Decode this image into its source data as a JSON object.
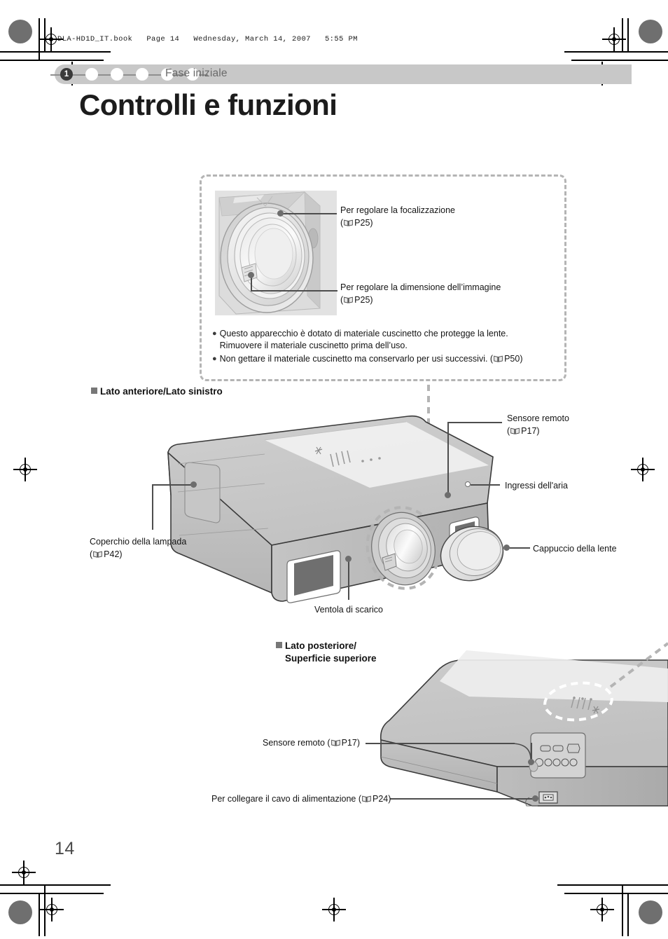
{
  "document": {
    "file_header": "DLA-HD1D_IT.book   Page 14   Wednesday, March 14, 2007   5:55 PM",
    "page_number": "14",
    "title": "Controlli e funzioni"
  },
  "stepbar": {
    "active_step": "1",
    "label": "Fase iniziale",
    "total_steps": 6
  },
  "lens_box": {
    "callout_focus": {
      "line1": "Per regolare la focalizzazione",
      "ref_open": "(",
      "ref_page": "P25",
      "ref_close": ")"
    },
    "callout_zoom": {
      "line1": "Per regolare la dimensione dell’immagine",
      "ref_open": "(",
      "ref_page": "P25",
      "ref_close": ")"
    },
    "notes": [
      {
        "line1": "Questo apparecchio è dotato di materiale cuscinetto che protegge la lente.",
        "line2": "Rimuovere il materiale cuscinetto prima dell’uso.",
        "ref_page": ""
      },
      {
        "line1": "Non gettare il materiale cuscinetto ma conservarlo per usi successivi. (",
        "line2": "",
        "ref_page": "P50"
      }
    ]
  },
  "section_front": {
    "heading": "Lato anteriore/Lato sinistro",
    "labels": {
      "remote_sensor": "Sensore remoto",
      "remote_sensor_ref": "P17",
      "air_inlets": "Ingressi dell'aria",
      "lamp_cover": "Coperchio della lampada",
      "lamp_cover_ref": "P42",
      "lens_cap": "Cappuccio della lente",
      "exhaust_vent": "Ventola di scarico"
    }
  },
  "section_rear": {
    "heading_line1": "Lato posteriore/",
    "heading_line2": "Superficie superiore",
    "labels": {
      "remote_sensor": "Sensore remoto (",
      "remote_sensor_ref": "P17",
      "remote_sensor_close": ")",
      "power_cord": "Per collegare il cavo di alimentazione (",
      "power_cord_ref": "P24",
      "power_cord_close": ")"
    }
  },
  "colors": {
    "step_bar": "#c8c8c8",
    "step_active": "#3a3a3a",
    "leader": "#4d4d4d",
    "dash_border": "#b4b4b4",
    "body_light": "#d7d7d7",
    "body_mid": "#c2c2c2",
    "body_dark": "#9b9b9b",
    "vent_dark": "#6f6f6f"
  },
  "icons": {
    "page_ref": "open-book-icon",
    "bullet": "filled-circle-bullet",
    "section_marker": "filled-square-marker"
  }
}
